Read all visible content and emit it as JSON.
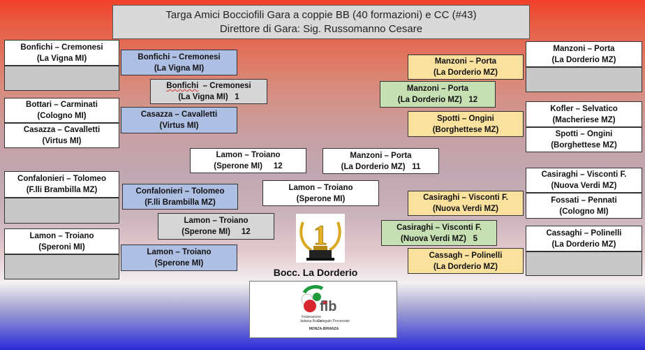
{
  "header": {
    "line1": "Targa Amici Bocciofili Gara a coppie BB (40 formazioni) e CC (#43)",
    "line2": "Direttore di Gara: Sig. Russomanno Cesare"
  },
  "left": {
    "r1": [
      {
        "team": "Bonfichi – Cremonesi",
        "club": "(La Vigna MI)"
      },
      {
        "team": "Bottari – Carminati",
        "club": "(Cologno MI)"
      },
      {
        "team": "Casazza – Cavalletti",
        "club": "(Virtus MI)"
      },
      {
        "team": "Confalonieri – Tolomeo",
        "club": "(F.lli Brambilla MZ)"
      },
      {
        "team": "Lamon – Troiano",
        "club": "(Speroni MI)"
      }
    ],
    "r2": [
      {
        "team": "Bonfichi – Cremonesi",
        "club": "(La Vigna MI)"
      },
      {
        "team": "Casazza – Cavalletti",
        "club": "(Virtus MI)"
      },
      {
        "team": "Confalonieri – Tolomeo",
        "club": "(F.lli Brambilla MZ)"
      },
      {
        "team": "Lamon – Troiano",
        "club": "(Sperone MI)"
      }
    ],
    "r3": [
      {
        "team": "Bonfichi",
        "team_rest": "– Cremonesi",
        "club": "(La Vigna MI)",
        "score": "1"
      },
      {
        "team": "Lamon – Troiano",
        "club": "(Sperone MI)",
        "score": "12"
      }
    ]
  },
  "semis": {
    "left": {
      "team": "Lamon – Troiano",
      "club": "(Sperone MI)",
      "score": "12"
    },
    "right": {
      "team": "Manzoni – Porta",
      "club": "(La Dorderio MZ)",
      "score": "11"
    }
  },
  "winner": {
    "team": "Lamon – Troiano",
    "club": "(Sperone MI)"
  },
  "right": {
    "r1": [
      {
        "team": "Manzoni – Porta",
        "club": "(La Dorderio MZ)"
      },
      {
        "team": "Kofler – Selvatico",
        "club": "(Macheriese MZ)"
      },
      {
        "team": "Spotti – Ongini",
        "club": "(Borghettese MZ)"
      },
      {
        "team": "Casiraghi – Visconti F.",
        "club": "(Nuova Verdi MZ)"
      },
      {
        "team": "Fossati – Pennati",
        "club": "(Cologno MI)"
      },
      {
        "team": "Cassaghi – Polinelli",
        "club": "(La Dorderio MZ)"
      }
    ],
    "r2": [
      {
        "team": "Manzoni – Porta",
        "club": "(La Dorderio MZ)"
      },
      {
        "team": "Spotti – Ongini",
        "club": "(Borghettese MZ)"
      },
      {
        "team": "Casiraghi – Visconti F.",
        "club": "(Nuova Verdi MZ)"
      },
      {
        "team": "Cassagh – Polinelli",
        "club": "(La Dorderio MZ)"
      }
    ],
    "r3": [
      {
        "team": "Manzoni – Porta",
        "club": "(La Dorderio MZ)",
        "score": "12"
      },
      {
        "team": "Casiraghi – Visconti F.",
        "club": "(Nuova Verdi MZ)",
        "score": "5"
      }
    ]
  },
  "footer": {
    "club_name": "Bocc. La Dorderio",
    "logo_text": "fib",
    "logo_line1": "Federazione",
    "logo_line2": "Italiana Bocce",
    "logo_line3": "Delegato Provinciale",
    "logo_line4": "MONZA-BRIANZA"
  },
  "trophy_number": "1",
  "colors": {
    "r2_left": "#aebfe4",
    "r2_right": "#fbe19e",
    "r3_right": "#c6dfb3",
    "grey": "#c8c8c8"
  }
}
